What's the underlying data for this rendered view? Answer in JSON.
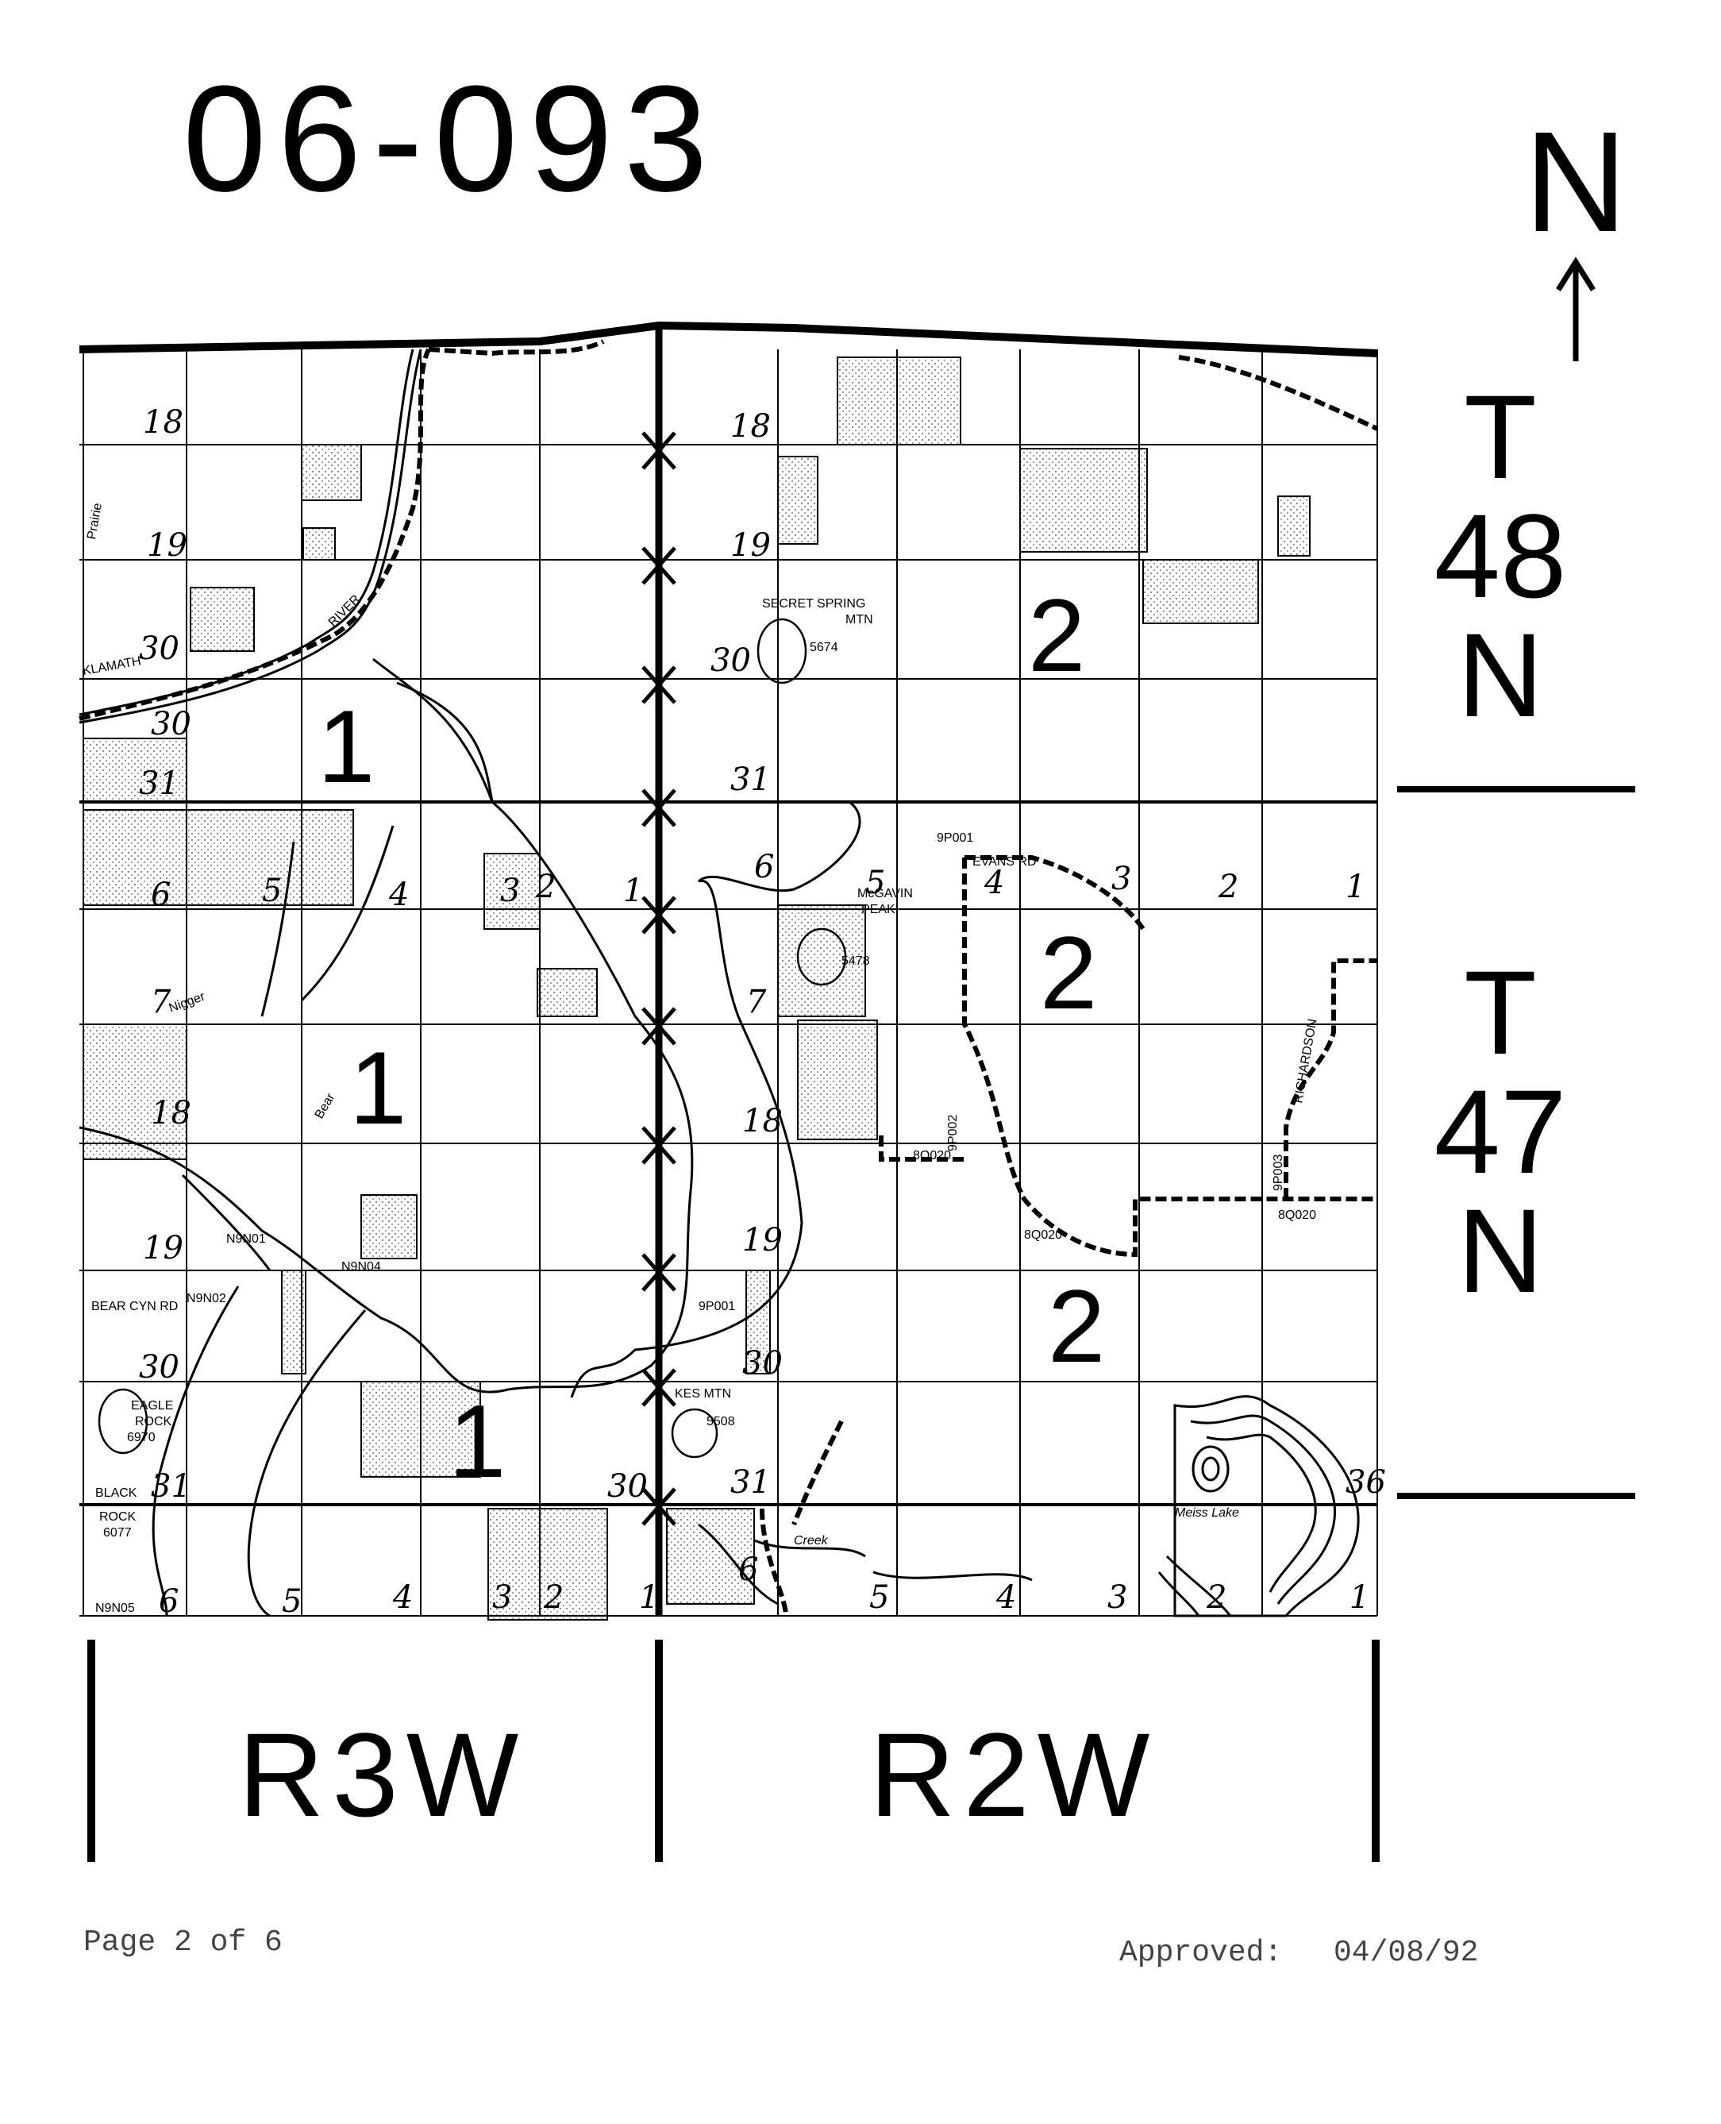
{
  "document_id": "06-093",
  "north_arrow": {
    "letter": "N",
    "icon": "north-arrow-icon"
  },
  "townships": [
    {
      "t": "T",
      "number": "48",
      "dir": "N"
    },
    {
      "t": "T",
      "number": "47",
      "dir": "N"
    }
  ],
  "ranges": [
    "R3W",
    "R2W"
  ],
  "zones": {
    "west_upper": "1",
    "west_middle": "1",
    "west_lower": "1",
    "east_upper": "2",
    "east_middle": "2",
    "east_lower": "2"
  },
  "sections_t48_west": [
    "18",
    "19",
    "30",
    "30",
    "31"
  ],
  "sections_t48_east": [
    "18",
    "19",
    "30",
    "31"
  ],
  "sections_t47_west": [
    "6",
    "5",
    "4",
    "3",
    "2",
    "1",
    "7",
    "18",
    "19",
    "30",
    "31",
    "6",
    "5",
    "4",
    "3",
    "2",
    "1",
    "30"
  ],
  "sections_t47_east": [
    "6",
    "5",
    "4",
    "3",
    "2",
    "1",
    "7",
    "18",
    "19",
    "30",
    "31",
    "6",
    "5",
    "4",
    "3",
    "2",
    "1",
    "36"
  ],
  "features": {
    "klamath": "KLAMATH",
    "river": "RIVER",
    "prairie_creek": "Prairie",
    "creek": "Creek",
    "secret_spring_mtn": "SECRET SPRING",
    "secret_spring_mtn2": "MTN",
    "secret_spring_elev": "5674",
    "mcgavin_peak": "McGAVIN",
    "mcgavin_peak2": "PEAK",
    "mcgavin_elev": "5478",
    "eagle_rock": "EAGLE",
    "eagle_rock2": "ROCK",
    "eagle_rock_elev": "6970",
    "black_rock": "BLACK",
    "black_rock2": "ROCK",
    "black_rock_elev": "6077",
    "kes_mtn": "KES MTN",
    "kes_mtn_elev": "5508",
    "meiss_lake": "Meiss Lake",
    "evans_rd": "EVANS RD",
    "richardson": "RICHARDSON",
    "bear_cyn_rd": "BEAR CYN RD",
    "nigger_creek": "Nigger",
    "bear_creek": "Bear",
    "road_codes": [
      "N9N04",
      "N9N01",
      "N9N02",
      "8Q020",
      "8Q020",
      "8Q020",
      "9P002",
      "9P003",
      "9P001",
      "N9N05",
      "9P001"
    ]
  },
  "footer": {
    "page": "Page 2 of 6",
    "approved_label": "Approved:",
    "approved_date": "04/08/92"
  }
}
